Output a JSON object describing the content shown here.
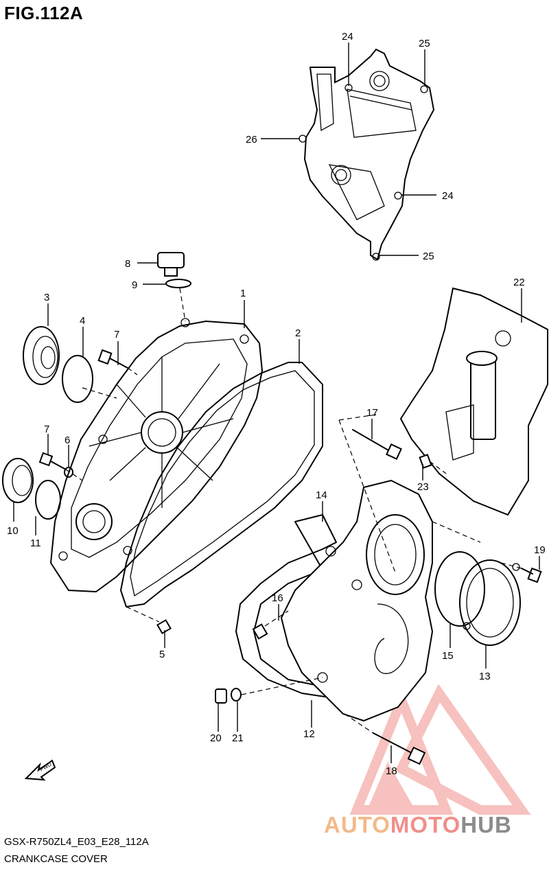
{
  "figure": {
    "title": "FIG.112A",
    "model_code": "GSX-R750ZL4_E03_E28_112A",
    "section_name": "CRANKCASE COVER"
  },
  "direction_marker": {
    "label": "FWD"
  },
  "callouts": {
    "c1": "1",
    "c2": "2",
    "c3": "3",
    "c4": "4",
    "c5": "5",
    "c6": "6",
    "c7a": "7",
    "c7b": "7",
    "c8": "8",
    "c9": "9",
    "c10": "10",
    "c11": "11",
    "c12": "12",
    "c13": "13",
    "c14": "14",
    "c15": "15",
    "c16": "16",
    "c17": "17",
    "c18": "18",
    "c19": "19",
    "c20": "20",
    "c21": "21",
    "c22": "22",
    "c23": "23",
    "c24a": "24",
    "c24b": "24",
    "c25a": "25",
    "c25b": "25",
    "c26": "26"
  },
  "watermark": {
    "word_part1": "AUTO",
    "word_part2": "MOTO",
    "word_part3": "HUB",
    "colors": {
      "part1": "#f4b98a",
      "part2": "#f08f8a",
      "part3": "#8c8c8c",
      "logo": "#f08f8a"
    }
  }
}
